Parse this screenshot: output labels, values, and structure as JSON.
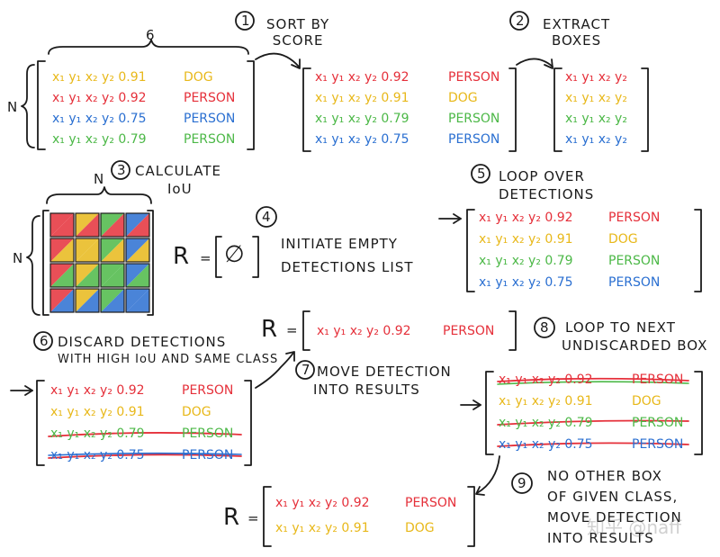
{
  "colors": {
    "red": "#e5303a",
    "yellow": "#e8b81a",
    "green": "#4cb847",
    "blue": "#2a6fd1",
    "ink": "#1b1b1b"
  },
  "labels": {
    "six": "6",
    "n_left": "N",
    "n_top": "N",
    "n_side": "N",
    "r": "R",
    "eq": "=",
    "empty_set": "∅"
  },
  "steps": [
    {
      "num": "1",
      "text": [
        "SORT BY",
        "SCORE"
      ]
    },
    {
      "num": "2",
      "text": [
        "EXTRACT",
        "BOXES"
      ]
    },
    {
      "num": "3",
      "text": [
        "CALCULATE",
        "IoU"
      ]
    },
    {
      "num": "4",
      "text": [
        "INITIATE EMPTY",
        "DETECTIONS LIST"
      ]
    },
    {
      "num": "5",
      "text": [
        "LOOP OVER",
        "DETECTIONS"
      ]
    },
    {
      "num": "6",
      "text": [
        "DISCARD DETECTIONS",
        "WITH HIGH IoU AND SAME CLASS"
      ]
    },
    {
      "num": "7",
      "text": [
        "MOVE DETECTION",
        "INTO RESULTS"
      ]
    },
    {
      "num": "8",
      "text": [
        "LOOP TO NEXT",
        "UNDISCARDED BOX"
      ]
    },
    {
      "num": "9",
      "text": [
        "NO OTHER BOX",
        "OF GIVEN CLASS,",
        "MOVE DETECTION",
        "INTO RESULTS"
      ]
    }
  ],
  "matrices": {
    "initial": [
      {
        "coords": "x₁ y₁ x₂ y₂ 0.91",
        "cls": "DOG",
        "color": "yellow"
      },
      {
        "coords": "x₁ y₁ x₂ y₂ 0.92",
        "cls": "PERSON",
        "color": "red"
      },
      {
        "coords": "x₁ y₁ x₂ y₂ 0.75",
        "cls": "PERSON",
        "color": "blue"
      },
      {
        "coords": "x₁ y₁ x₂ y₂ 0.79",
        "cls": "PERSON",
        "color": "green"
      }
    ],
    "sorted": [
      {
        "coords": "x₁ y₁ x₂ y₂ 0.92",
        "cls": "PERSON",
        "color": "red"
      },
      {
        "coords": "x₁ y₁ x₂ y₂ 0.91",
        "cls": "DOG",
        "color": "yellow"
      },
      {
        "coords": "x₁ y₁ x₂ y₂ 0.79",
        "cls": "PERSON",
        "color": "green"
      },
      {
        "coords": "x₁ y₁ x₂ y₂ 0.75",
        "cls": "PERSON",
        "color": "blue"
      }
    ],
    "boxes": [
      {
        "coords": "x₁ y₁ x₂ y₂",
        "color": "red"
      },
      {
        "coords": "x₁ y₁ x₂ y₂",
        "color": "yellow"
      },
      {
        "coords": "x₁ y₁ x₂ y₂",
        "color": "green"
      },
      {
        "coords": "x₁ y₁ x₂ y₂",
        "color": "blue"
      }
    ],
    "loop": [
      {
        "coords": "x₁ y₁ x₂ y₂ 0.92",
        "cls": "PERSON",
        "color": "red"
      },
      {
        "coords": "x₁ y₁ x₂ y₂ 0.91",
        "cls": "DOG",
        "color": "yellow"
      },
      {
        "coords": "x₁ y₁ x₂ y₂ 0.79",
        "cls": "PERSON",
        "color": "green"
      },
      {
        "coords": "x₁ y₁ x₂ y₂ 0.75",
        "cls": "PERSON",
        "color": "blue"
      }
    ],
    "discard": [
      {
        "coords": "x₁ y₁ x₂ y₂ 0.92",
        "cls": "PERSON",
        "color": "red",
        "struck": false
      },
      {
        "coords": "x₁ y₁ x₂ y₂ 0.91",
        "cls": "DOG",
        "color": "yellow",
        "struck": false
      },
      {
        "coords": "x₁ y₁ x₂ y₂ 0.79",
        "cls": "PERSON",
        "color": "green",
        "struck": true
      },
      {
        "coords": "x₁ y₁ x₂ y₂ 0.75",
        "cls": "PERSON",
        "color": "blue",
        "struck": true
      }
    ],
    "result1": [
      {
        "coords": "x₁ y₁ x₂ y₂ 0.92",
        "cls": "PERSON",
        "color": "red"
      }
    ],
    "next": [
      {
        "coords": "x₁ y₁ x₂ y₂ 0.92",
        "cls": "PERSON",
        "color": "red",
        "struck": true
      },
      {
        "coords": "x₁ y₁ x₂ y₂ 0.91",
        "cls": "DOG",
        "color": "yellow",
        "struck": false
      },
      {
        "coords": "x₁ y₁ x₂ y₂ 0.79",
        "cls": "PERSON",
        "color": "green",
        "struck": true
      },
      {
        "coords": "x₁ y₁ x₂ y₂ 0.75",
        "cls": "PERSON",
        "color": "blue",
        "struck": true
      }
    ],
    "final": [
      {
        "coords": "x₁ y₁ x₂ y₂ 0.92",
        "cls": "PERSON",
        "color": "red"
      },
      {
        "coords": "x₁ y₁ x₂ y₂ 0.91",
        "cls": "DOG",
        "color": "yellow"
      }
    ]
  },
  "iou_grid": [
    [
      "red",
      "yellow",
      "green",
      "blue"
    ],
    [
      "yellow",
      "yellow",
      "green",
      "blue"
    ],
    [
      "green",
      "green",
      "green",
      "blue"
    ],
    [
      "blue",
      "blue",
      "green",
      "blue"
    ]
  ],
  "watermark": "知乎 @naff"
}
